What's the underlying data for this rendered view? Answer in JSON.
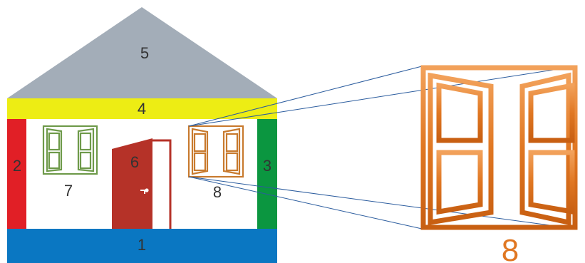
{
  "house": {
    "parts": [
      {
        "id": "1",
        "label": "1",
        "name": "foundation",
        "color": "#0a77c2"
      },
      {
        "id": "2",
        "label": "2",
        "name": "left-wall",
        "color": "#e11f26"
      },
      {
        "id": "3",
        "label": "3",
        "name": "right-wall",
        "color": "#0b9640"
      },
      {
        "id": "4",
        "label": "4",
        "name": "beam",
        "color": "#eded14"
      },
      {
        "id": "5",
        "label": "5",
        "name": "roof",
        "color": "#a3adb8"
      },
      {
        "id": "6",
        "label": "6",
        "name": "door",
        "color": "#b53228"
      },
      {
        "id": "7",
        "label": "7",
        "name": "green-window",
        "color": "#6e9a4a"
      },
      {
        "id": "8",
        "label": "8",
        "name": "brown-window",
        "color": "#c87a2e"
      }
    ]
  },
  "zoom": {
    "label": "8",
    "frame_color": "#e07722",
    "line_color": "#2b5c9e"
  }
}
